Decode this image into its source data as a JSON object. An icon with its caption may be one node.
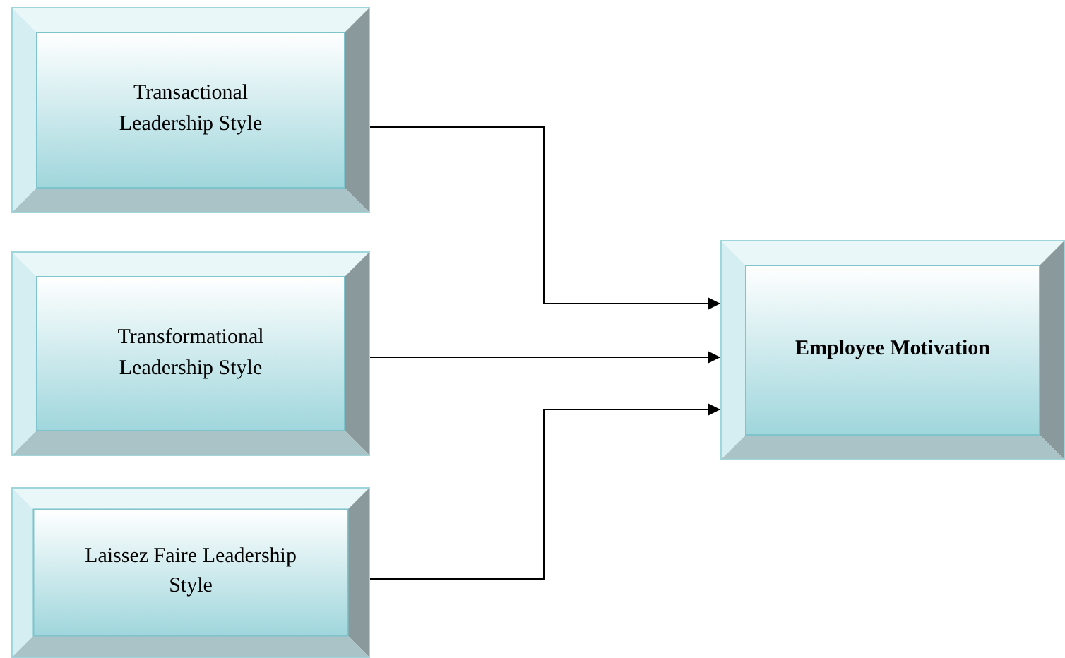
{
  "diagram": {
    "nodes": [
      {
        "text": [
          "Transactional Leadership Style"
        ]
      },
      {
        "text": [
          "Transformational Leadership Style"
        ]
      },
      {
        "text": [
          "Laissez Faire Leadership Style"
        ]
      },
      {
        "text": [
          "Employee Motivation"
        ]
      }
    ],
    "edges": [
      {
        "from": 0,
        "to": 3,
        "arrow": "to"
      },
      {
        "from": 1,
        "to": 3,
        "arrow": "to"
      },
      {
        "from": 2,
        "to": 3,
        "arrow": "to"
      }
    ]
  }
}
